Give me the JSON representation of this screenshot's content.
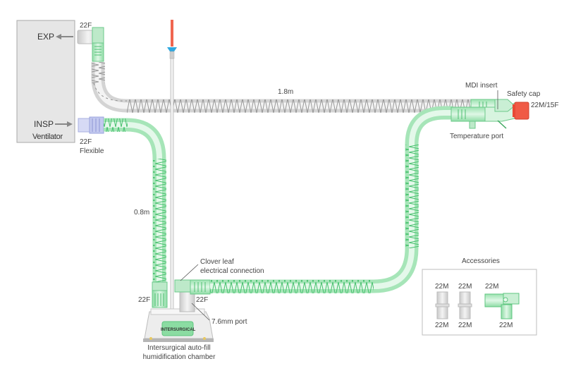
{
  "ventilator": {
    "title": "Ventilator",
    "exp_label": "EXP",
    "insp_label": "INSP",
    "exp_connector": "22F",
    "insp_connector": "22F",
    "insp_connector_note": "Flexible"
  },
  "limbs": {
    "expiratory_length": "1.8m",
    "inspiratory_length": "0.8m"
  },
  "patient_end": {
    "mdi_insert": "MDI insert",
    "safety_cap": "Safety cap",
    "connector": "22M/15F",
    "temperature_port": "Temperature port"
  },
  "humidifier": {
    "left_connector": "22F",
    "right_connector": "22F",
    "clover_leaf_line1": "Clover leaf",
    "clover_leaf_line2": "electrical connection",
    "port_label": "7.6mm port",
    "brand": "INTERSURGICAL",
    "caption_line1": "Intersurgical auto-fill",
    "caption_line2": "humidification chamber"
  },
  "accessories": {
    "title": "Accessories",
    "items": [
      {
        "top": "22M",
        "bottom": "22M",
        "type": "straight"
      },
      {
        "top": "22M",
        "bottom": "22M",
        "type": "straight"
      },
      {
        "top": "22M",
        "bottom": "22M",
        "type": "elbow"
      }
    ]
  },
  "colors": {
    "green": "#7fd89a",
    "green_dark": "#3fb866",
    "grey_tube": "#d8d8d8",
    "grey_dark": "#8a8a8a",
    "cap_red": "#f05a45",
    "probe_blue": "#2fa8e0",
    "insp_blue": "#c7cdf0",
    "panel_bg": "#e6e6e6"
  }
}
